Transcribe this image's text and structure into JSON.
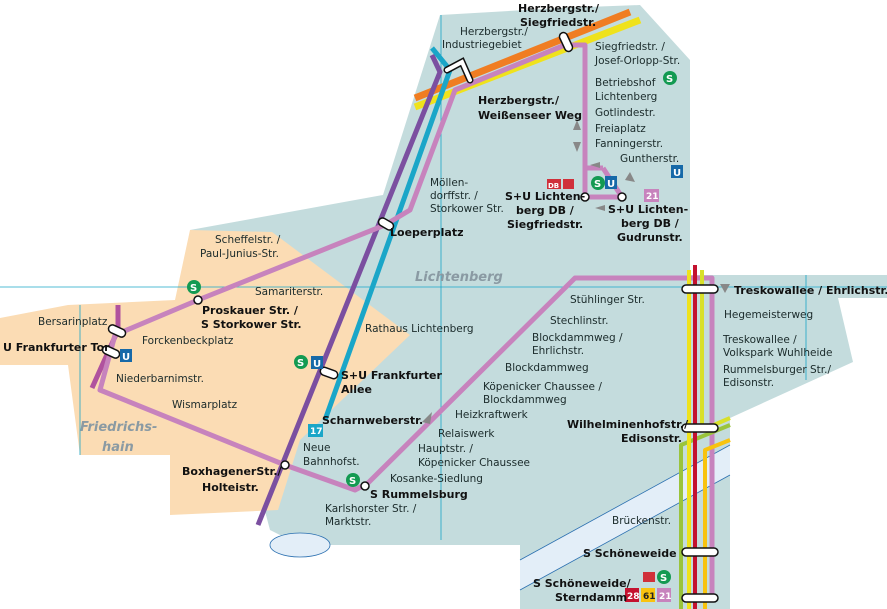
{
  "colors": {
    "area": "#c4dcdd",
    "district": "#fbdcb4",
    "river": "#e3eef8",
    "tram21": "#c783bd",
    "tram_magenta": "#b0529e",
    "line_purple": "#7b4fa0",
    "line_teal": "#1aa6c8",
    "orange": "#f07d22",
    "yellow": "#efe21c",
    "red": "#c4122f",
    "green": "#9ac43c",
    "gold": "#f8c30f",
    "sbahn": "#139a52",
    "ubahn": "#1669a8",
    "db": "#d0303a"
  },
  "districts": {
    "lichtenberg": "Lichtenberg",
    "friedrichshain_1": "Friedrichs-",
    "friedrichshain_2": "hain"
  },
  "stops": {
    "herzberg_siegfried": [
      "Herzbergstr./",
      "Siegfriedstr."
    ],
    "herzberg_industrie": [
      "Herzbergstr./",
      "Industriegebiet"
    ],
    "siegfried_orlopp": [
      "Siegfriedstr. /",
      "Josef-Orlopp-Str."
    ],
    "betriebshof": [
      "Betriebshof",
      "Lichtenberg"
    ],
    "gotlindestr": "Gotlindestr.",
    "freiaplatz": "Freiaplatz",
    "fanningerstr": "Fanningerstr.",
    "guntherstr": "Guntherstr.",
    "herzberg_weissensee": [
      "Herzbergstr./",
      "Weißenseer Weg"
    ],
    "moellendorff": [
      "Möllen-",
      "dorffstr. /",
      "Storkower Str."
    ],
    "lichtenberg_siegfried": [
      "S+U Lichten-",
      "berg DB /",
      "Siegfriedstr."
    ],
    "lichtenberg_gudrun": [
      "S+U Lichten-",
      "berg DB /",
      "Gudrunstr."
    ],
    "loeperplatz": "Loeperplatz",
    "scheffelstr": [
      "Scheffelstr. /",
      "Paul-Junius-Str."
    ],
    "samariterstr": "Samariterstr.",
    "proskauer": [
      "Proskauer Str. /",
      "S Storkower Str."
    ],
    "bersarinplatz": "Bersarinplatz",
    "frankfurter_tor": "U Frankfurter Tor",
    "forckenbeckplatz": "Forckenbeckplatz",
    "niederbarnimstr": "Niederbarnimstr.",
    "wismarplatz": "Wismarplatz",
    "rathaus_lichtenberg": "Rathaus Lichtenberg",
    "frankfurter_allee": [
      "S+U Frankfurter",
      "Allee"
    ],
    "scharnweberstr": "Scharnweberstr.",
    "neue_bahnhofst": [
      "Neue",
      "Bahnhofst."
    ],
    "boxhagener": [
      "BoxhagenerStr./",
      "Holteistr."
    ],
    "stuehlinger": "Stühlinger Str.",
    "stechlinstr": "Stechlinstr.",
    "blockdamm_ehrlich": [
      "Blockdammweg /",
      "Ehrlichstr."
    ],
    "blockdammweg": "Blockdammweg",
    "koepenicker_blockdamm": [
      "Köpenicker Chaussee /",
      "Blockdammweg"
    ],
    "heizkraftwerk": "Heizkraftwerk",
    "relaiswerk": "Relaiswerk",
    "hauptstr": [
      "Hauptstr. /",
      "Köpenicker Chaussee"
    ],
    "kosanke": "Kosanke-Siedlung",
    "rummelsburg": "S Rummelsburg",
    "karlshorster": [
      "Karlshorster Str. /",
      "Marktstr."
    ],
    "treskowallee_ehrlich": "Treskowallee / Ehrlichstr.",
    "hegemeisterweg": "Hegemeisterweg",
    "treskowallee_wuhlheide": [
      "Treskowallee /",
      "Volkspark Wuhlheide"
    ],
    "rummelsburger_edison": [
      "Rummelsburger Str./",
      "Edisonstr."
    ],
    "wilhelminenhof": [
      "Wilhelminenhofstr./",
      "Edisonstr."
    ],
    "brueckenstr": "Brückenstr.",
    "schoeneweide": "S Schöneweide",
    "schoeneweide_sterndamm": [
      "S Schöneweide/",
      "Sterndamm"
    ]
  },
  "badges": {
    "line21": "21",
    "line17": "17",
    "line28": "28",
    "line61": "61"
  },
  "icons": {
    "s": "S",
    "u": "U",
    "db": "DB"
  }
}
